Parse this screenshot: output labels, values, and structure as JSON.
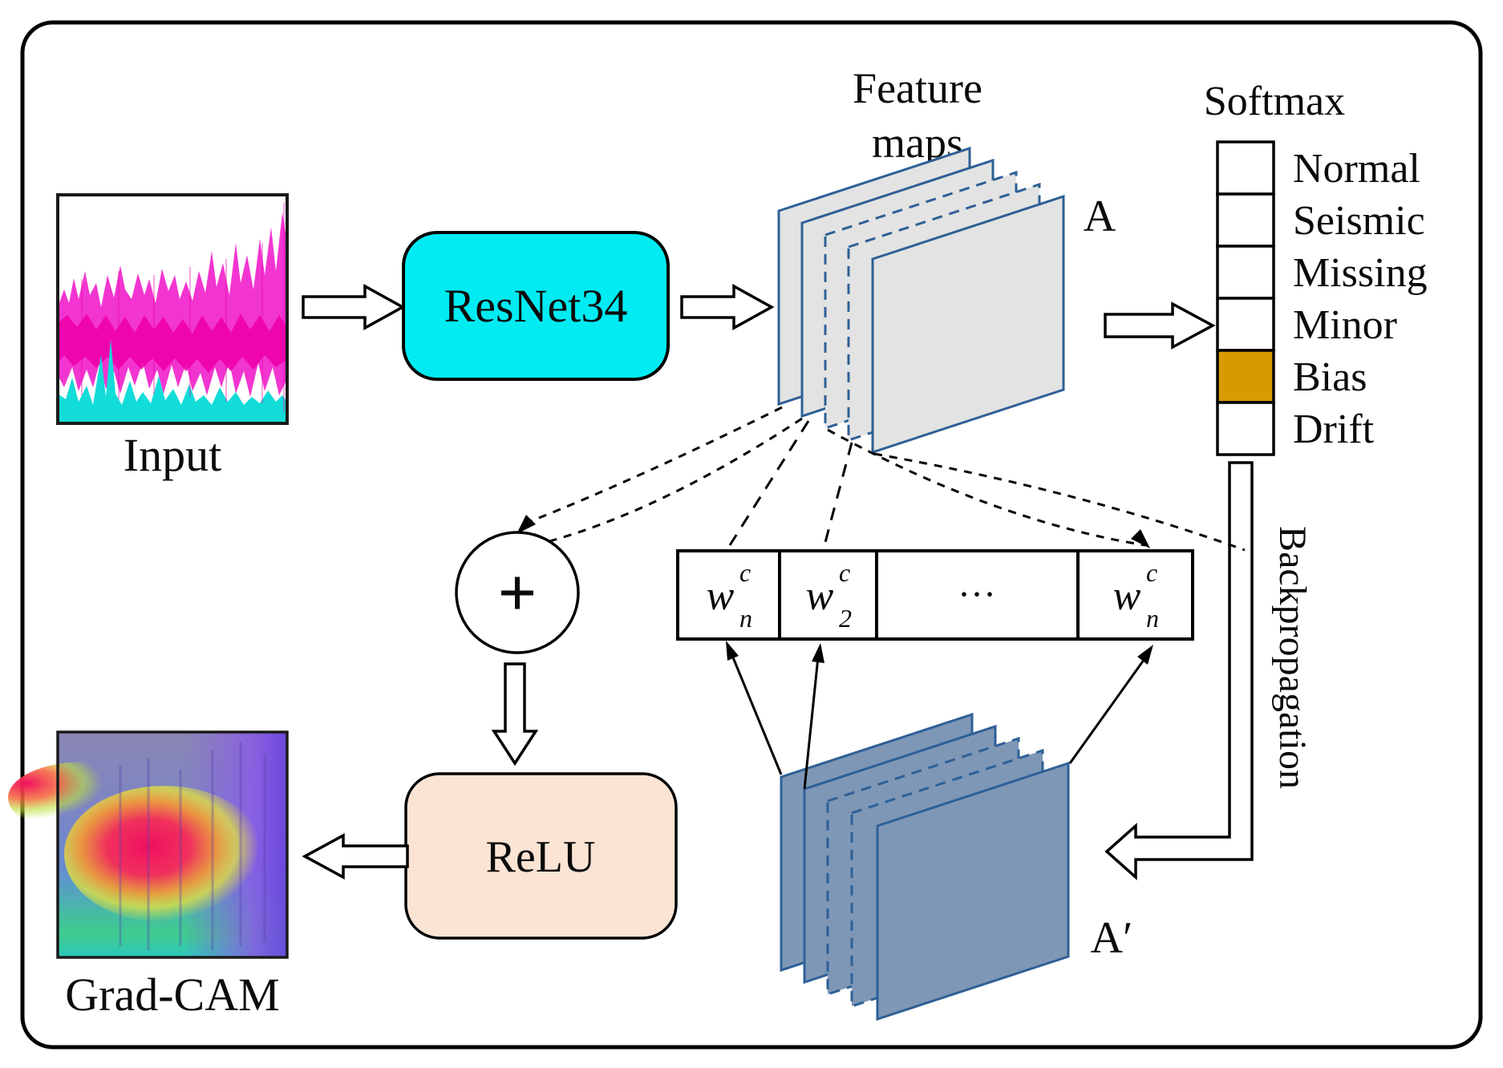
{
  "input": {
    "label": "Input"
  },
  "resnet": {
    "label": "ResNet34"
  },
  "feature_maps": {
    "title_line1": "Feature",
    "title_line2": "maps",
    "output_label": "A"
  },
  "softmax": {
    "title": "Softmax",
    "classes": [
      "Normal",
      "Seismic",
      "Missing",
      "Minor",
      "Bias",
      "Drift"
    ],
    "highlighted_class": "Bias"
  },
  "backprop": {
    "label": "Backpropagation"
  },
  "gradients": {
    "label": "A′"
  },
  "weights": {
    "cells": [
      {
        "base": "w",
        "sup": "c",
        "sub": "n"
      },
      {
        "base": "w",
        "sup": "c",
        "sub": "2"
      },
      {
        "base": "···"
      },
      {
        "base": "w",
        "sup": "c",
        "sub": "n"
      }
    ]
  },
  "plus": {
    "label": "+"
  },
  "relu": {
    "label": "ReLU"
  },
  "gradcam": {
    "label": "Grad-CAM"
  },
  "colors": {
    "resnet": "#00ecf2",
    "relu": "#fce4d4",
    "bias": "#d79b00",
    "sheet_gray": "#e3e3e3",
    "sheet_blue": "#7e97b6",
    "sheet_border": "#2e6096",
    "magenta": "#f012c8",
    "magenta_deep": "#ee00aa",
    "cyan": "#12dcd8"
  }
}
